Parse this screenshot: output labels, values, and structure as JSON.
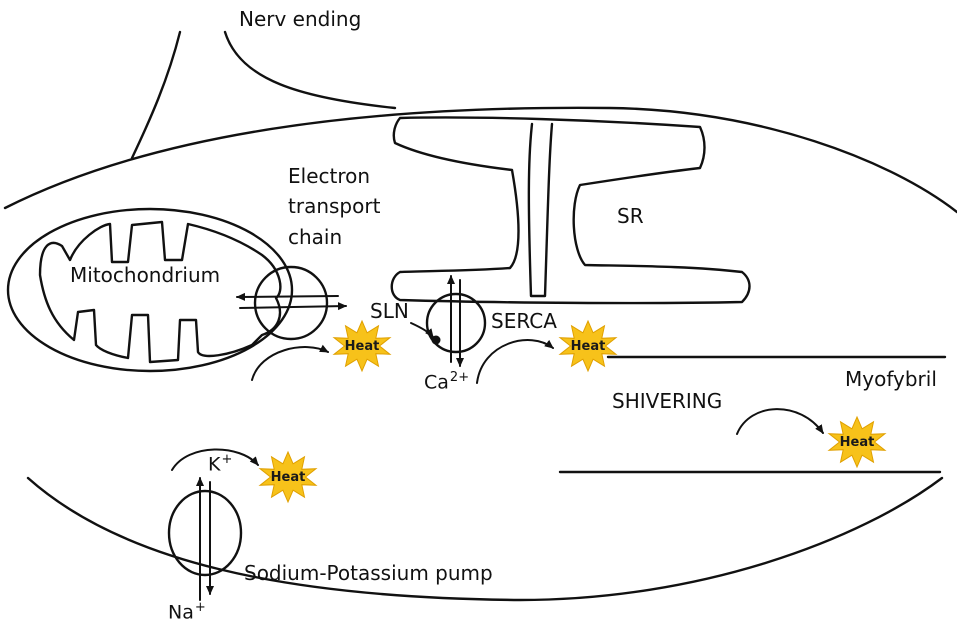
{
  "labels": {
    "nerve_ending": "Nerv ending",
    "electron_line1": "Electron",
    "electron_line2": "transport",
    "electron_line3": "chain",
    "sr": "SR",
    "mitochondrium": "Mitochondrium",
    "sln": "SLN",
    "serca": "SERCA",
    "myofybril": "Myofybril",
    "shivering": "SHIVERING",
    "pump": "Sodium-Potassium pump"
  },
  "ions": {
    "calcium": "Ca",
    "calcium_charge": "2+",
    "potassium": "K",
    "potassium_charge": "+",
    "sodium": "Na",
    "sodium_charge": "+"
  },
  "heat_label": "Heat",
  "colors": {
    "heat_star": "#f7c21a",
    "outline": "#111111"
  }
}
